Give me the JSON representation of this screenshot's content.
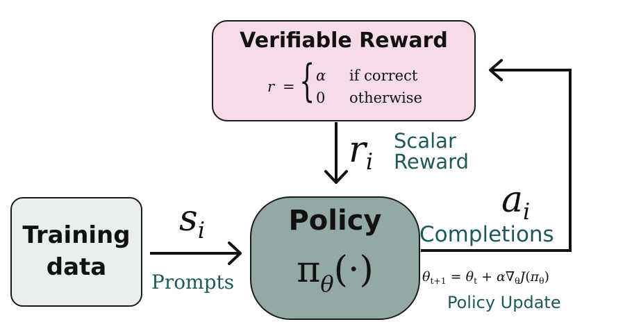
{
  "reward_box": {
    "title": "Verifiable Reward",
    "formula": {
      "lhs": "r",
      "eq": "=",
      "case1_value": "α",
      "case1_condition": "if correct",
      "case2_value": "0",
      "case2_condition": "otherwise"
    }
  },
  "training_box": {
    "line1": "Training",
    "line2": "data"
  },
  "policy_box": {
    "title": "Policy",
    "symbol": "π",
    "symbol_sub": "θ",
    "symbol_arg": "(·)"
  },
  "edges": {
    "state_symbol": "s",
    "state_sub": "i",
    "state_label": "Prompts",
    "reward_symbol": "r",
    "reward_sub": "i",
    "reward_label_line1": "Scalar",
    "reward_label_line2": "Reward",
    "action_symbol": "a",
    "action_sub": "i",
    "action_label": "Completions"
  },
  "update": {
    "lhs": "θ",
    "lhs_sub": "t+1",
    "eq": " = ",
    "rhs_theta": "θ",
    "rhs_theta_sub": "t",
    "plus": " + ",
    "alpha": "α",
    "nabla": "∇",
    "nabla_sub": "θ",
    "J": "J",
    "J_arg_open": "(",
    "pi": "π",
    "pi_sub": "θ",
    "J_arg_close": ")",
    "label": "Policy Update"
  },
  "colors": {
    "reward_fill": "#f5dce8",
    "training_fill": "#e9efed",
    "policy_fill": "#94a8a6",
    "teal_text": "#1f5a5a",
    "stroke": "#1a1a1a"
  }
}
